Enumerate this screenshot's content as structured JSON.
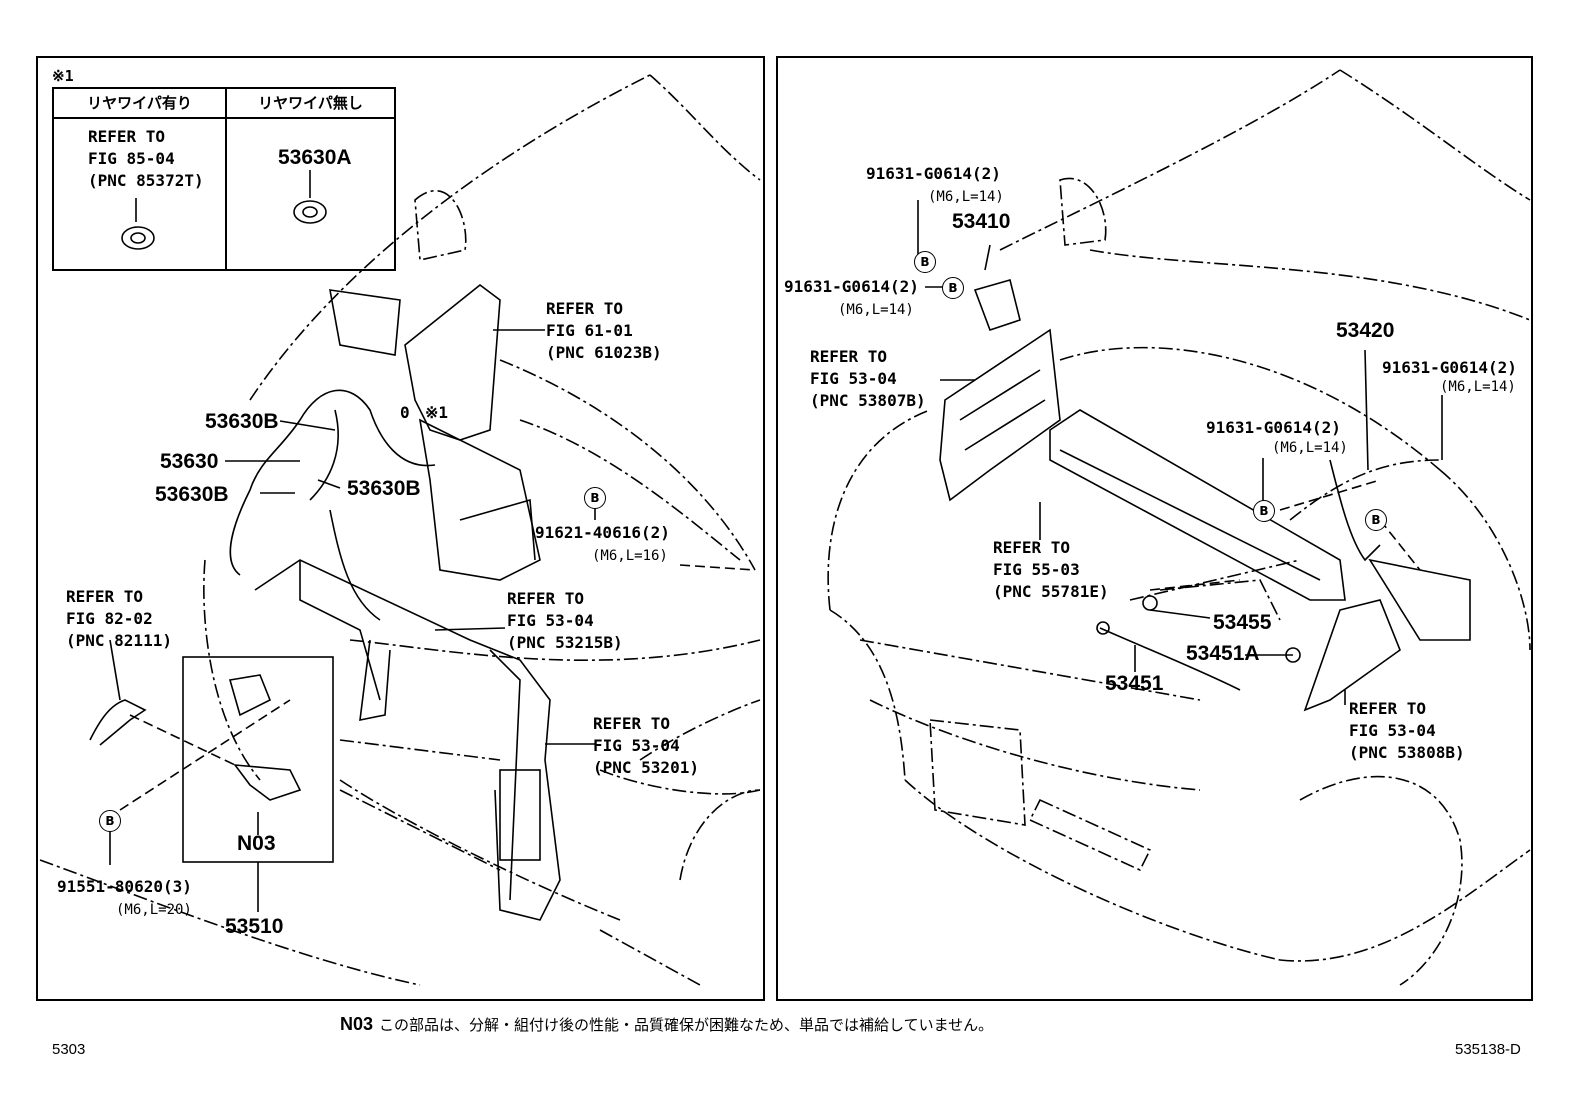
{
  "legend": {
    "marker": "※1",
    "col1_header": "リヤワイパ有り",
    "col2_header": "リヤワイパ無し",
    "col1_refer": [
      "REFER TO",
      "FIG 85-04",
      "(PNC 85372T)"
    ],
    "col2_part": "53630A"
  },
  "left_panel": {
    "refer_61": [
      "REFER TO",
      "FIG 61-01",
      "(PNC 61023B)"
    ],
    "refer_82": [
      "REFER TO",
      "FIG 82-02",
      "(PNC 82111)"
    ],
    "refer_53215": [
      "REFER TO",
      "FIG 53-04",
      "(PNC 53215B)"
    ],
    "refer_53201": [
      "REFER TO",
      "FIG 53-04",
      "(PNC 53201)"
    ],
    "p53630B_top": "53630B",
    "p53630": "53630",
    "p53630B_mid": "53630B",
    "p53630B_low": "53630B",
    "bolt_91621": "91621-40616(2)",
    "bolt_91621_spec": "(M6,L=16)",
    "bolt_91551": "91551-80620(3)",
    "bolt_91551_spec": "(M6,L=20)",
    "n03": "N03",
    "p53510": "53510",
    "mark_zero": "0",
    "mark_star1": "※1",
    "b_marker": "B"
  },
  "right_panel": {
    "bolt_top": "91631-G0614(2)",
    "bolt_top_spec": "(M6,L=14)",
    "p53410": "53410",
    "bolt_left": "91631-G0614(2)",
    "bolt_left_spec": "(M6,L=14)",
    "refer_53807": [
      "REFER TO",
      "FIG 53-04",
      "(PNC 53807B)"
    ],
    "p53420": "53420",
    "bolt_right": "91631-G0614(2)",
    "bolt_right_spec": "(M6,L=14)",
    "bolt_mid": "91631-G0614(2)",
    "bolt_mid_spec": "(M6,L=14)",
    "refer_55781": [
      "REFER TO",
      "FIG 55-03",
      "(PNC 55781E)"
    ],
    "p53455": "53455",
    "p53451A": "53451A",
    "p53451": "53451",
    "refer_53808": [
      "REFER TO",
      "FIG 53-04",
      "(PNC 53808B)"
    ],
    "b_marker": "B"
  },
  "footer": {
    "note_code": "N03",
    "note_text": "この部品は、分解・組付け後の性能・品質確保が困難なため、単品では補給していません。",
    "left_code": "5303",
    "right_code": "535138-D"
  }
}
